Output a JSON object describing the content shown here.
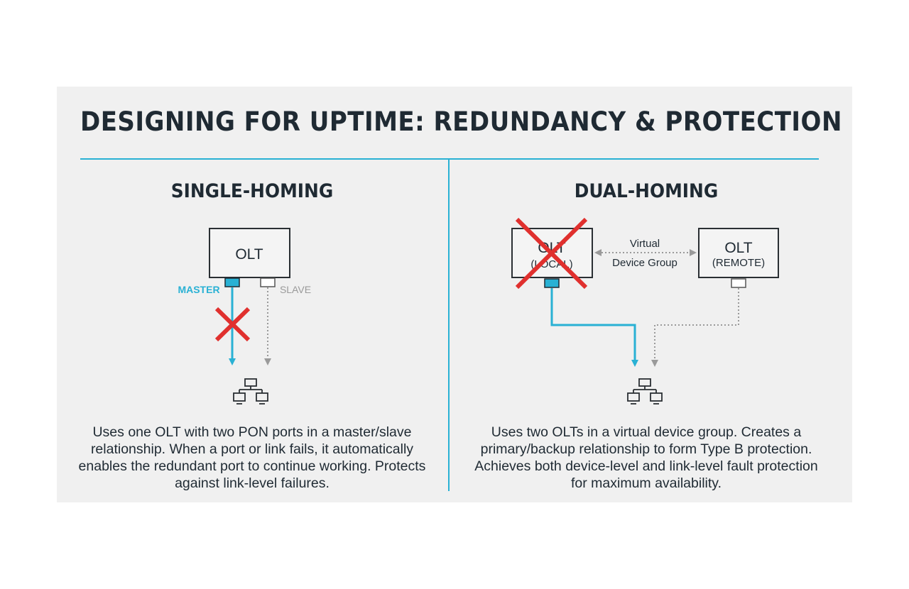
{
  "title": "DESIGNING FOR UPTIME: REDUNDANCY & PROTECTION",
  "single": {
    "heading": "SINGLE-HOMING",
    "olt_label": "OLT",
    "master_label": "MASTER",
    "slave_label": "SLAVE",
    "description": "Uses one OLT with two PON ports in a master/slave relationship. When a port or link fails, it automatically enables the redundant port to continue working. Protects against link-level failures."
  },
  "dual": {
    "heading": "DUAL-HOMING",
    "local_olt_label": "OLT",
    "local_olt_sublabel": "(LOCAL)",
    "remote_olt_label": "OLT",
    "remote_olt_sublabel": "(REMOTE)",
    "virtual_label_line1": "Virtual",
    "virtual_label_line2": "Device Group",
    "description": "Uses two OLTs in a virtual device group. Creates a primary/backup relationship to form Type B protection. Achieves both device-level and link-level fault protection for maximum availability."
  },
  "colors": {
    "accent": "#29b1d4",
    "fail": "#e0302e",
    "dotted": "#9a9a9a",
    "text": "#1f2a33"
  },
  "icons": [
    "network-icon",
    "cross-mark-icon"
  ]
}
